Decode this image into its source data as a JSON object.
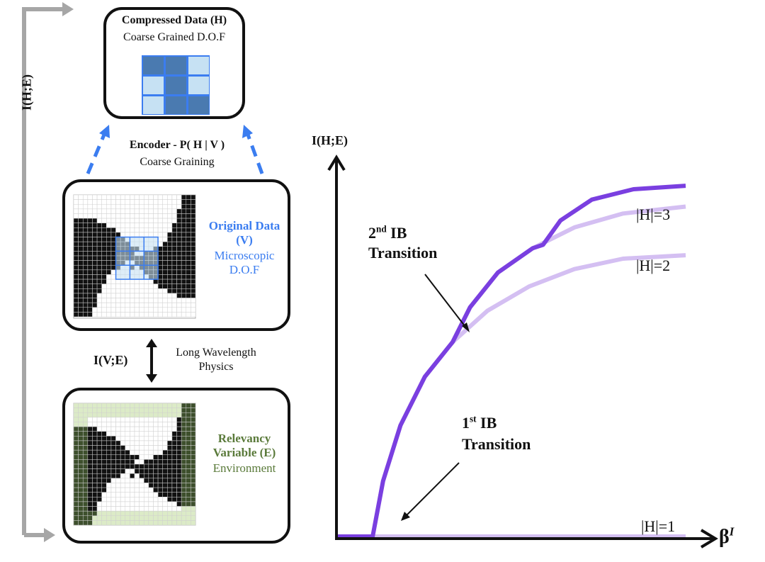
{
  "colors": {
    "dark_blue_cell": "#4a7ab0",
    "light_blue_cell": "#c6e1f3",
    "blue_grid_line": "#3b7df0",
    "blue_text": "#3b7df0",
    "green_text": "#5a7a3a",
    "dark_green_cell": "#3d4f2c",
    "light_green_cell": "#dcebc7",
    "black_cell": "#111111",
    "gray_arrow": "#a6a6a6",
    "curve_dark": "#7a3fe0",
    "curve_light": "#d4bff2",
    "axis": "#111111"
  },
  "left_axis": {
    "label": "I(H;E)"
  },
  "compressed_box": {
    "title": "Compressed Data (H)",
    "subtitle": "Coarse Grained D.O.F",
    "grid": [
      [
        1,
        1,
        0
      ],
      [
        0,
        1,
        0
      ],
      [
        0,
        1,
        1
      ]
    ]
  },
  "encoder": {
    "title": "Encoder - P( H | V )",
    "subtitle": "Coarse Graining"
  },
  "original_box": {
    "title_line1": "Original Data",
    "title_line2": "(V)",
    "subtitle_line1": "Microscopic",
    "subtitle_line2": "D.O.F"
  },
  "mutual_info": {
    "label": "I(V;E)",
    "desc_line1": "Long Wavelength",
    "desc_line2": "Physics"
  },
  "relevancy_box": {
    "title_line1": "Relevancy",
    "title_line2": "Variable (E)",
    "subtitle": "Environment"
  },
  "chart_data": {
    "type": "line",
    "title": "",
    "ylabel": "I(H;E)",
    "xlabel": "β",
    "xlabel_sup": "I",
    "xlim": [
      0,
      10
    ],
    "ylim": [
      0,
      10
    ],
    "grid": false,
    "series": [
      {
        "name": "|H|=1",
        "label": "|H|=1",
        "points": [
          [
            0,
            0
          ],
          [
            10,
            0
          ]
        ]
      },
      {
        "name": "|H|=2",
        "label": "|H|=2",
        "points": [
          [
            1,
            0
          ],
          [
            1.3,
            1.6
          ],
          [
            1.8,
            3.2
          ],
          [
            2.5,
            4.6
          ],
          [
            3.3,
            5.6
          ],
          [
            4.3,
            6.5
          ],
          [
            5.5,
            7.2
          ],
          [
            6.8,
            7.7
          ],
          [
            8.2,
            8.0
          ],
          [
            10,
            8.1
          ]
        ]
      },
      {
        "name": "|H|=3",
        "label": "|H|=3",
        "points": [
          [
            3.3,
            5.6
          ],
          [
            3.8,
            6.6
          ],
          [
            4.6,
            7.6
          ],
          [
            5.6,
            8.3
          ],
          [
            6.8,
            8.9
          ],
          [
            8.2,
            9.3
          ],
          [
            10,
            9.5
          ]
        ]
      },
      {
        "name": "optimal",
        "label": "",
        "points": [
          [
            0,
            0
          ],
          [
            1,
            0
          ],
          [
            1.3,
            1.6
          ],
          [
            1.8,
            3.2
          ],
          [
            2.5,
            4.6
          ],
          [
            3.3,
            5.6
          ],
          [
            3.8,
            6.6
          ],
          [
            4.6,
            7.6
          ],
          [
            5.6,
            8.3
          ],
          [
            5.9,
            8.4
          ],
          [
            6.4,
            9.1
          ],
          [
            7.3,
            9.7
          ],
          [
            8.5,
            10.0
          ],
          [
            10,
            10.1
          ]
        ]
      }
    ],
    "annotations": [
      {
        "text_main": "2",
        "text_sup": "nd",
        "text_rest": " IB",
        "text_line2": "Transition"
      },
      {
        "text_main": "1",
        "text_sup": "st",
        "text_rest": " IB",
        "text_line2": "Transition"
      }
    ]
  }
}
